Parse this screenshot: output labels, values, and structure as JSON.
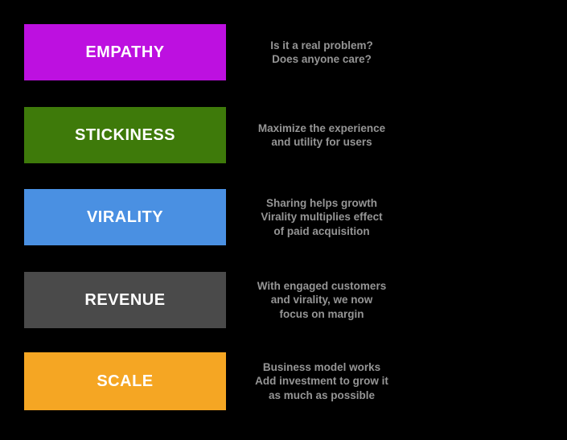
{
  "page": {
    "background_color": "#000000",
    "label_text_color": "#FFFFFF",
    "description_text_color": "#959595"
  },
  "stages": [
    {
      "label": "EMPATHY",
      "color": "#BD10E0",
      "description": "Is it a real problem?\nDoes anyone care?"
    },
    {
      "label": "STICKINESS",
      "color": "#3E7A0A",
      "description": "Maximize the experience\nand utility for users"
    },
    {
      "label": "VIRALITY",
      "color": "#4A90E2",
      "description": "Sharing helps growth\nVirality multiplies effect\nof paid acquisition"
    },
    {
      "label": "REVENUE",
      "color": "#4A4A4A",
      "description": "With engaged customers\nand virality, we now\nfocus on margin"
    },
    {
      "label": "SCALE",
      "color": "#F5A623",
      "description": "Business model works\nAdd investment to grow it\nas much as possible"
    }
  ]
}
